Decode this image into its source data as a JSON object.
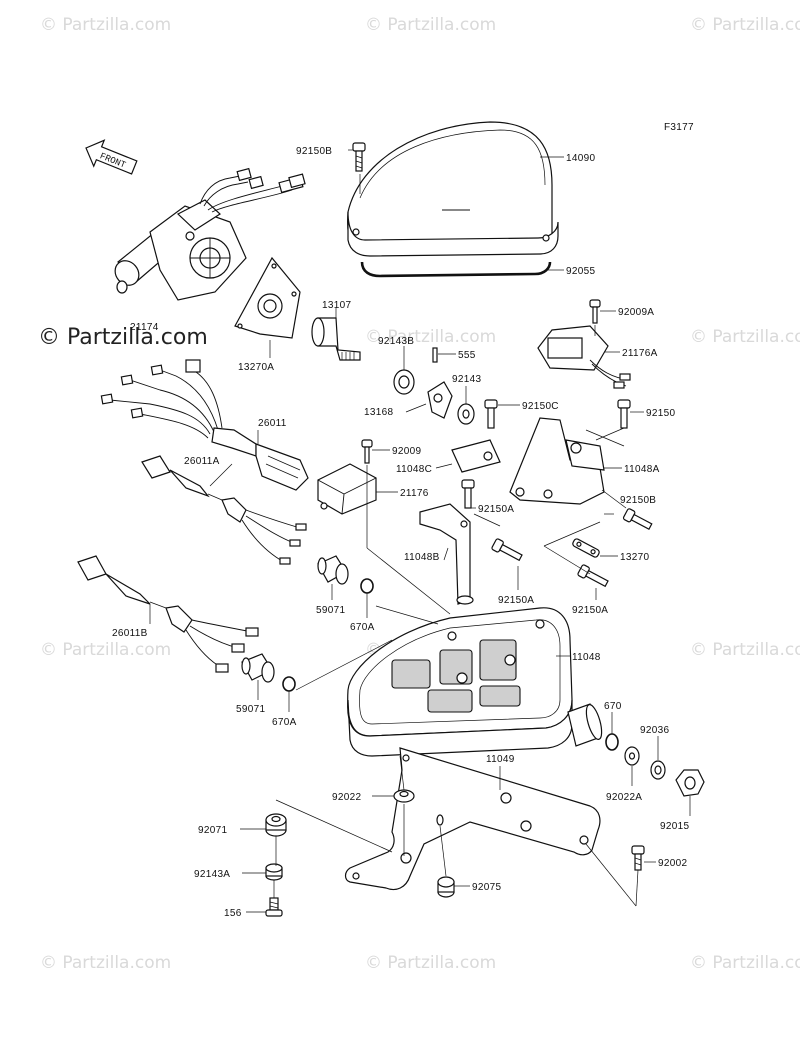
{
  "figure_code": "F3177",
  "front_label": "FRONT",
  "watermark": "Partzilla.com",
  "watermark_mid": "Partzilla.com",
  "watermark_symbol": "©",
  "labels": [
    {
      "id": "92150B",
      "text": "92150B"
    },
    {
      "id": "14090",
      "text": "14090"
    },
    {
      "id": "92055",
      "text": "92055"
    },
    {
      "id": "92009A",
      "text": "92009A"
    },
    {
      "id": "21176A",
      "text": "21176A"
    },
    {
      "id": "13107",
      "text": "13107"
    },
    {
      "id": "21174",
      "text": "21174"
    },
    {
      "id": "13270A",
      "text": "13270A"
    },
    {
      "id": "92143B",
      "text": "92143B"
    },
    {
      "id": "555",
      "text": "555"
    },
    {
      "id": "92143",
      "text": "92143"
    },
    {
      "id": "13168",
      "text": "13168"
    },
    {
      "id": "92150C",
      "text": "92150C"
    },
    {
      "id": "92150",
      "text": "92150"
    },
    {
      "id": "26011",
      "text": "26011"
    },
    {
      "id": "92009",
      "text": "92009"
    },
    {
      "id": "11048C",
      "text": "11048C"
    },
    {
      "id": "11048A",
      "text": "11048A"
    },
    {
      "id": "26011A",
      "text": "26011A"
    },
    {
      "id": "21176",
      "text": "21176"
    },
    {
      "id": "92150A_1",
      "text": "92150A"
    },
    {
      "id": "92150B_2",
      "text": "92150B"
    },
    {
      "id": "11048B",
      "text": "11048B"
    },
    {
      "id": "13270",
      "text": "13270"
    },
    {
      "id": "59071_1",
      "text": "59071"
    },
    {
      "id": "92150A_2",
      "text": "92150A"
    },
    {
      "id": "92150A_3",
      "text": "92150A"
    },
    {
      "id": "670A_1",
      "text": "670A"
    },
    {
      "id": "26011B",
      "text": "26011B"
    },
    {
      "id": "11048",
      "text": "11048"
    },
    {
      "id": "59071_2",
      "text": "59071"
    },
    {
      "id": "670A_2",
      "text": "670A"
    },
    {
      "id": "670",
      "text": "670"
    },
    {
      "id": "92036",
      "text": "92036"
    },
    {
      "id": "11049",
      "text": "11049"
    },
    {
      "id": "92022",
      "text": "92022"
    },
    {
      "id": "92022A",
      "text": "92022A"
    },
    {
      "id": "92015",
      "text": "92015"
    },
    {
      "id": "92071",
      "text": "92071"
    },
    {
      "id": "92002",
      "text": "92002"
    },
    {
      "id": "92143A",
      "text": "92143A"
    },
    {
      "id": "92075",
      "text": "92075"
    },
    {
      "id": "156",
      "text": "156"
    }
  ]
}
